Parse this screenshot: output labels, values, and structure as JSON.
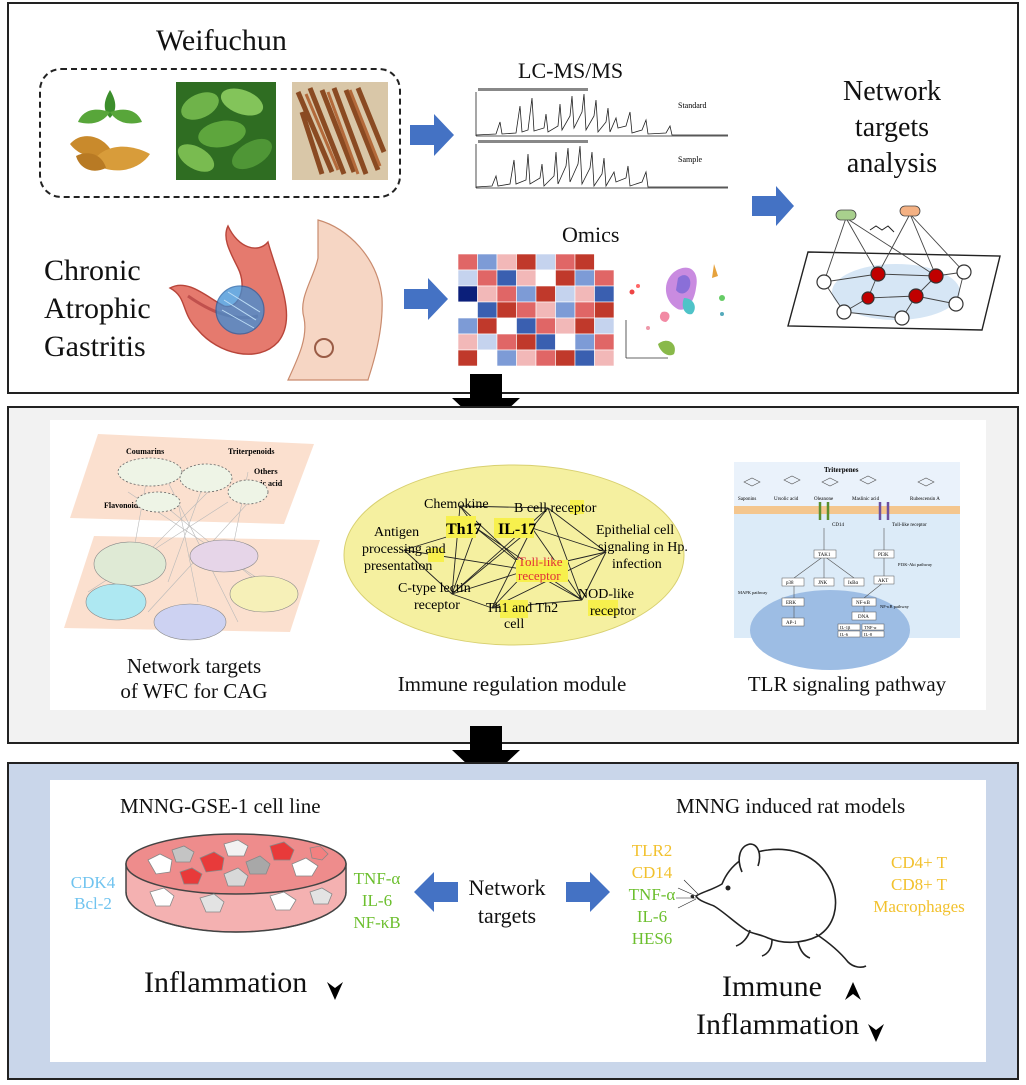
{
  "panel1": {
    "herb_title": "Weifuchun",
    "lcms_title": "LC-MS/MS",
    "lcms_standard": "Standard",
    "lcms_sample": "Sample",
    "network_title": [
      "Network",
      "targets",
      "analysis"
    ],
    "disease": [
      "Chronic",
      "Atrophic",
      "Gastritis"
    ],
    "omics_title": "Omics"
  },
  "panel2": {
    "left_caption": [
      "Network targets",
      "of WFC for CAG"
    ],
    "left_groups": [
      "Coumarins",
      "Triterpenoids",
      "Others",
      "Organic acid",
      "Flavonoids"
    ],
    "middle_caption": "Immune regulation module",
    "middle_nodes": {
      "chemokine": "Chemokine",
      "bcell": "B cell receptor",
      "antigen": [
        "Antigen",
        "processing and",
        "presentation"
      ],
      "th17": "Th17",
      "il17": "IL-17",
      "epithelial": [
        "Epithelial cell",
        "signaling in Hp.",
        "infection"
      ],
      "tlr": [
        "Toll-like",
        "receptor"
      ],
      "ctype": [
        "C-type lectin",
        "receptor"
      ],
      "th1": [
        "Th1 and Th2",
        "cell"
      ],
      "nod": [
        "NOD-like",
        "receptor"
      ]
    },
    "right_caption": "TLR signaling pathway",
    "right_title": "Triterpenes",
    "right_compounds": [
      "Saponins",
      "Ursolic acid",
      "Oleanone",
      "Maslinic acid",
      "Rubescensin A"
    ],
    "right_nodes": [
      "CD14",
      "Toll-like receptor",
      "TAK1",
      "PI3K",
      "PI3K-Akt pathway",
      "p38",
      "JNK",
      "IκBα",
      "AKT",
      "MAPK pathway",
      "NF-κB",
      "NF-κB pathway",
      "ERK",
      "DNA",
      "AP-1",
      "IL-1β",
      "TNF-α",
      "IL-6",
      "IL-8"
    ]
  },
  "panel3": {
    "cell_title": "MNNG-GSE-1 cell line",
    "cell_markers_blue": [
      "CDK4",
      "Bcl-2"
    ],
    "cell_markers_green": [
      "TNF-α",
      "IL-6",
      "NF-κB"
    ],
    "cell_result": "Inflammation",
    "center_label": [
      "Network",
      "targets"
    ],
    "rat_title": "MNNG induced rat models",
    "rat_markers_yellow": [
      "TLR2",
      "CD14"
    ],
    "rat_markers_green": [
      "TNF-α",
      "IL-6",
      "HES6"
    ],
    "rat_markers_right": [
      "CD4+ T",
      "CD8+ T",
      "Macrophages"
    ],
    "rat_result": [
      "Immune",
      "Inflammation"
    ]
  },
  "colors": {
    "arrow_blue": "#4472c4",
    "marker_blue": "#6fc3ef",
    "marker_green": "#6cbf2e",
    "marker_yellow": "#f2c12e",
    "panel2_bg": "#f2f2f2",
    "panel3_bg": "#c9d6ea",
    "ellipse_yellow": "#f5f0a0",
    "highlight": "#f7f04d"
  }
}
